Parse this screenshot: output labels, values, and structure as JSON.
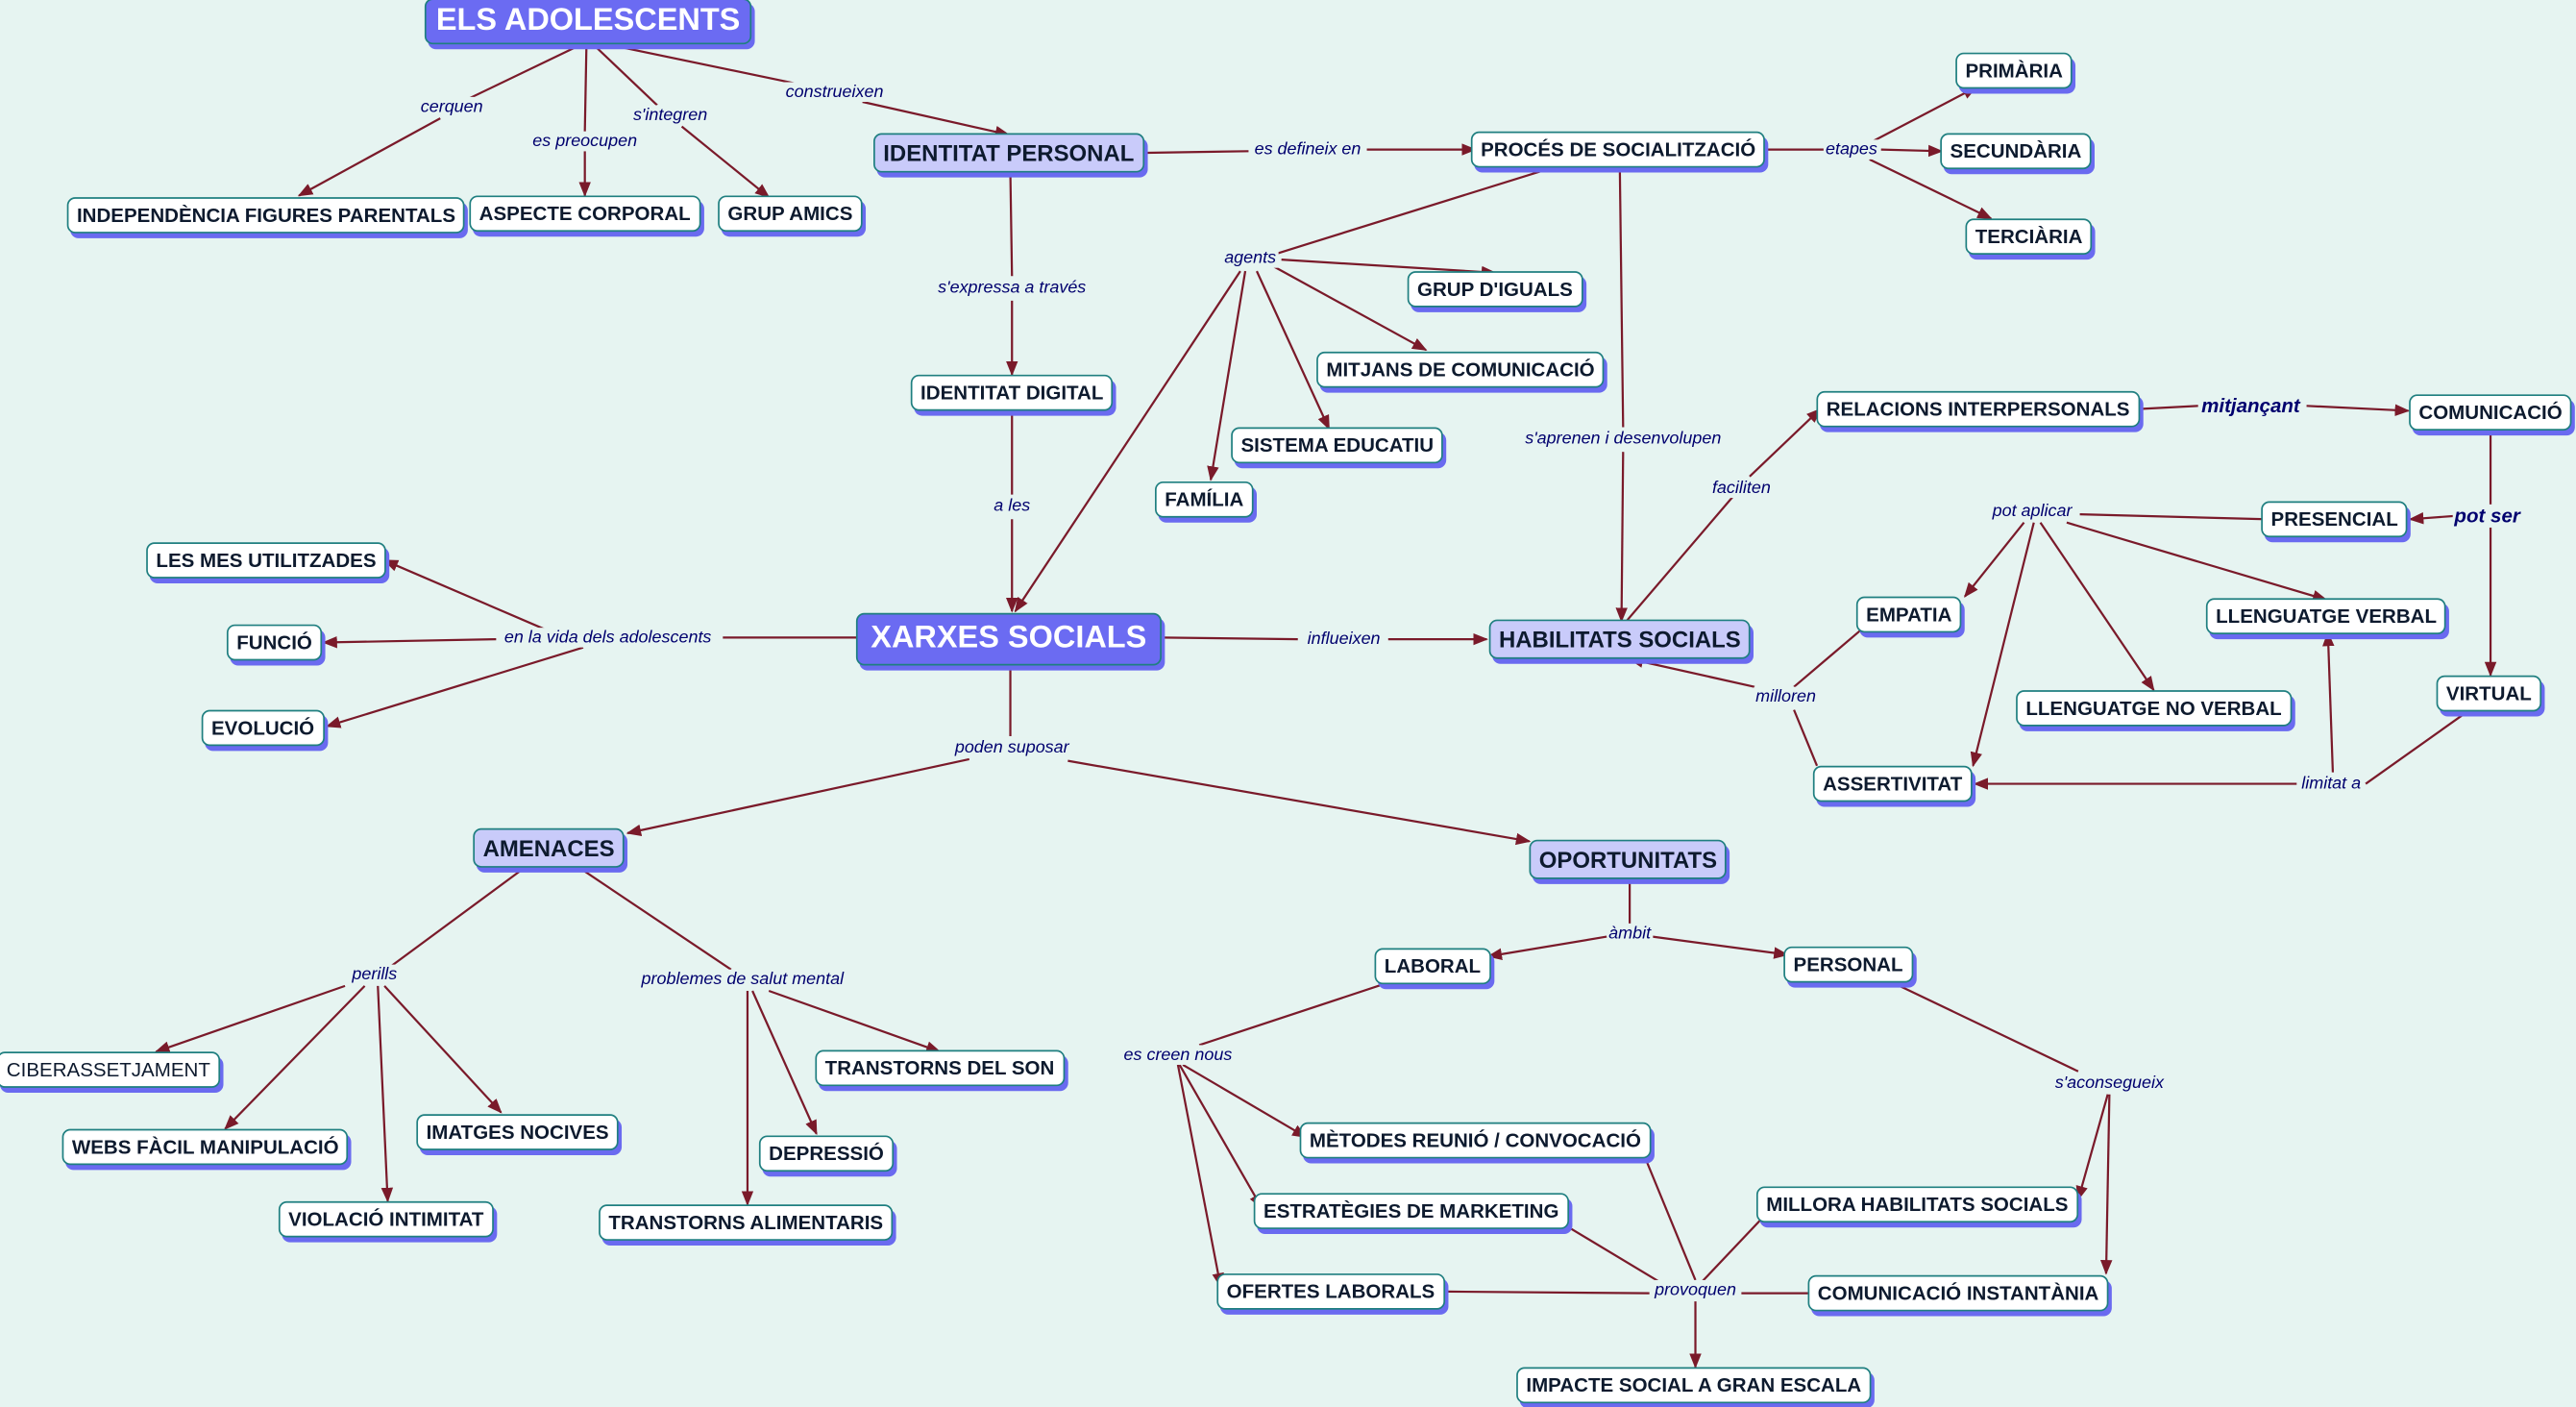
{
  "nodes": {
    "els_adolescents": "ELS ADOLESCENTS",
    "independencia": "INDEPENDÈNCIA FIGURES PARENTALS",
    "aspecte": "ASPECTE CORPORAL",
    "grup_amics": "GRUP AMICS",
    "identitat_personal": "IDENTITAT PERSONAL",
    "proces": "PROCÉS DE SOCIALITZACIÓ",
    "primaria": "PRIMÀRIA",
    "secundaria": "SECUNDÀRIA",
    "terciaria": "TERCIÀRIA",
    "grup_iguals": "GRUP D'IGUALS",
    "mitjans": "MITJANS DE COMUNICACIÓ",
    "sistema": "SISTEMA EDUCATIU",
    "familia": "FAMÍLIA",
    "identitat_digital": "IDENTITAT DIGITAL",
    "relacions": "RELACIONS INTERPERSONALS",
    "comunicacio": "COMUNICACIÓ",
    "presencial": "PRESENCIAL",
    "mes_utilitzades": "LES MES UTILITZADES",
    "funcio": "FUNCIÓ",
    "evolucio": "EVOLUCIÓ",
    "xarxes": "XARXES SOCIALS",
    "habilitats": "HABILITATS SOCIALS",
    "empatia": "EMPATIA",
    "llenguatge_verbal": "LLENGUATGE VERBAL",
    "virtual": "VIRTUAL",
    "llenguatge_no_verbal": "LLENGUATGE NO VERBAL",
    "assertivitat": "ASSERTIVITAT",
    "amenaces": "AMENACES",
    "oportunitats": "OPORTUNITATS",
    "laboral": "LABORAL",
    "personal": "PERSONAL",
    "ciberassetjament": "CIBERASSETJAMENT",
    "webs": "WEBS FÀCIL MANIPULACIÓ",
    "imatges": "IMATGES NOCIVES",
    "violacio": "VIOLACIÓ INTIMITAT",
    "transtorns_son": "TRANSTORNS DEL SON",
    "depressio": "DEPRESSIÓ",
    "transtorns_alimentaris": "TRANSTORNS ALIMENTARIS",
    "metodes": "MÈTODES REUNIÓ / CONVOCACIÓ",
    "estrategies": "ESTRATÈGIES DE MARKETING",
    "millora": "MILLORA HABILITATS SOCIALS",
    "ofertes": "OFERTES LABORALS",
    "comunicacio_instantania": "COMUNICACIÓ INSTANTÀNIA",
    "impacte": "IMPACTE SOCIAL A GRAN ESCALA"
  },
  "links": {
    "cerquen": "cerquen",
    "es_preocupen": "es preocupen",
    "s_integren": "s'integren",
    "construeixen": "construeixen",
    "es_defineix_en": "es defineix en",
    "etapes": "etapes",
    "agents": "agents",
    "s_expressa": "s'expressa a través",
    "s_aprenen": "s'aprenen i desenvolupen",
    "faciliten": "faciliten",
    "mitjancant": "mitjançant",
    "a_les": "a les",
    "pot_aplicar": "pot aplicar",
    "pot_ser": "pot ser",
    "en_la_vida": "en la vida dels adolescents",
    "influeixen": "influeixen",
    "milloren": "milloren",
    "limitat_a": "limitat a",
    "poden_suposar": "poden suposar",
    "ambit": "àmbit",
    "perills": "perills",
    "problemes": "problemes de salut mental",
    "es_creen_nous": "es creen nous",
    "s_aconsegueix": "s'aconsegueix",
    "provoquen": "provoquen"
  },
  "colors": {
    "background": "#e6f4f1",
    "main_node": "#6b6bf2",
    "secondary_node": "#c9cbfa",
    "edge": "#7a1a2a",
    "link_text": "#00006e",
    "border": "#1f7f80"
  }
}
